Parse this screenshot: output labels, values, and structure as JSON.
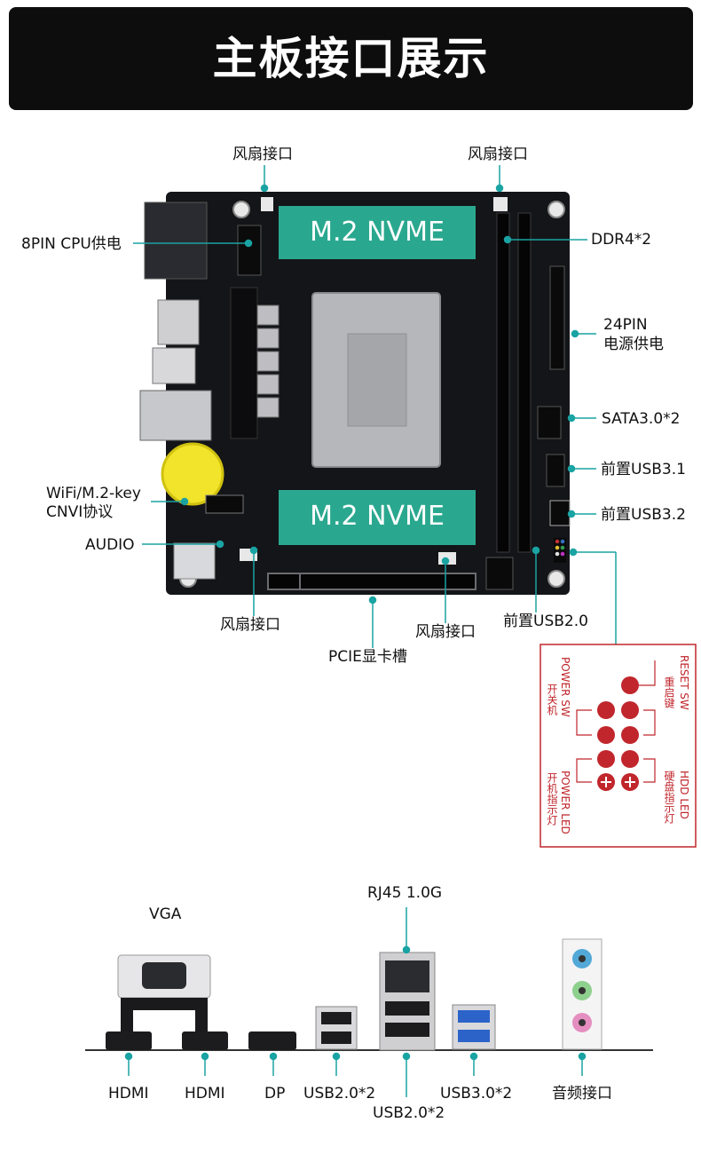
{
  "header": {
    "title": "主板接口展示"
  },
  "colors": {
    "accent": "#1aa3a3",
    "pcb": "#141518",
    "m2_label": "#2aa88f",
    "panel_red": "#c0262c"
  },
  "board": {
    "m2_label": "M.2 NVME",
    "labels": {
      "fan_top_left": "风扇接口",
      "fan_top_right": "风扇接口",
      "cpu_power": "8PIN CPU供电",
      "ddr4": "DDR4*2",
      "power24_line1": "24PIN",
      "power24_line2": "电源供电",
      "sata": "SATA3.0*2",
      "usb31": "前置USB3.1",
      "usb32": "前置USB3.2",
      "wifi_line1": "WiFi/M.2-key",
      "wifi_line2": "CNVI协议",
      "audio": "AUDIO",
      "fan_bottom_left": "风扇接口",
      "fan_bottom_right": "风扇接口",
      "usb20": "前置USB2.0",
      "pcie": "PCIE显卡槽"
    }
  },
  "panel_header": {
    "reset_en": "RESET SW",
    "reset_cn": "重启键",
    "power_sw_en": "POWER SW",
    "power_sw_cn": "开关机",
    "hdd_en": "HDD LED",
    "hdd_cn": "硬盘指示灯",
    "power_led_en": "POWER LED",
    "power_led_cn": "开机指示灯"
  },
  "io": {
    "vga": "VGA",
    "rj45": "RJ45 1.0G",
    "hdmi1": "HDMI",
    "hdmi2": "HDMI",
    "dp": "DP",
    "usb20_left": "USB2.0*2",
    "usb20_mid": "USB2.0*2",
    "usb30": "USB3.0*2",
    "audio": "音频接口"
  }
}
